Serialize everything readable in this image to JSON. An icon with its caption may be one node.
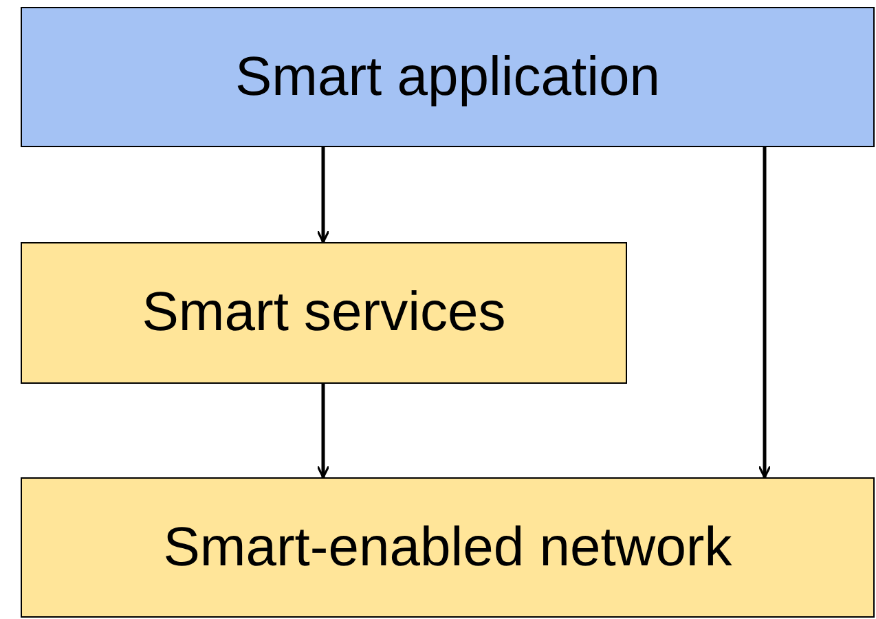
{
  "diagram": {
    "nodes": [
      {
        "text": [
          "Smart application"
        ]
      },
      {
        "text": [
          "Smart services"
        ]
      },
      {
        "text": [
          "Smart-enabled network"
        ]
      }
    ],
    "edges": [
      {
        "from": 0,
        "to": 1,
        "arrow": "to"
      },
      {
        "from": 1,
        "to": 2,
        "arrow": "to"
      },
      {
        "from": 0,
        "to": 2,
        "arrow": "to"
      }
    ]
  }
}
